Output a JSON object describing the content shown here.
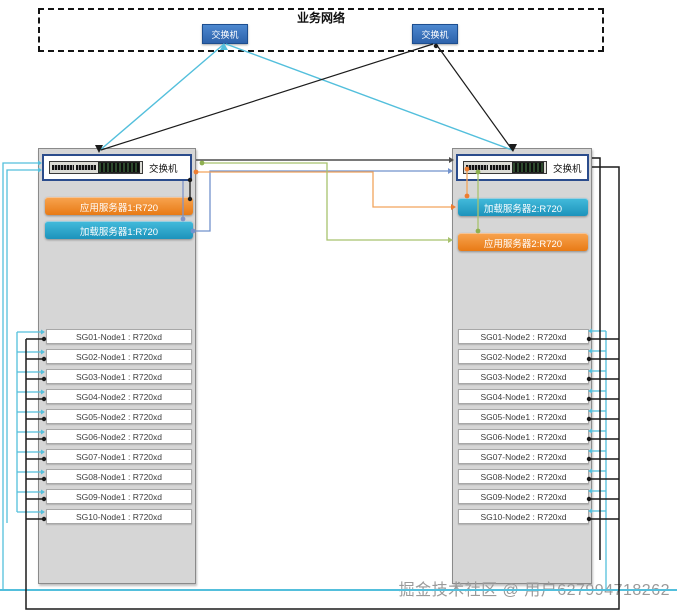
{
  "title": "业务网络",
  "network_switches": {
    "left_label": "交换机",
    "right_label": "交换机"
  },
  "rack_left": {
    "switch_label": "交换机",
    "servers": [
      {
        "label": "应用服务器1:R720",
        "color": "#ED7D31"
      },
      {
        "label": "加载服务器1:R720",
        "color": "#2E9FC4"
      }
    ],
    "nodes": [
      "SG01-Node1 : R720xd",
      "SG02-Node1 : R720xd",
      "SG03-Node1 : R720xd",
      "SG04-Node2 : R720xd",
      "SG05-Node2 : R720xd",
      "SG06-Node2 : R720xd",
      "SG07-Node1 : R720xd",
      "SG08-Node1 : R720xd",
      "SG09-Node1 : R720xd",
      "SG10-Node1 : R720xd"
    ]
  },
  "rack_right": {
    "switch_label": "交换机",
    "servers": [
      {
        "label": "加载服务器2:R720",
        "color": "#2E9FC4"
      },
      {
        "label": "应用服务器2:R720",
        "color": "#ED7D31"
      }
    ],
    "nodes": [
      "SG01-Node2 : R720xd",
      "SG02-Node2 : R720xd",
      "SG03-Node2 : R720xd",
      "SG04-Node1 : R720xd",
      "SG05-Node1 : R720xd",
      "SG06-Node1 : R720xd",
      "SG07-Node2 : R720xd",
      "SG08-Node2 : R720xd",
      "SG09-Node2 : R720xd",
      "SG10-Node2 : R720xd"
    ]
  },
  "watermark": "掘金技术社区 @ 用户627994718262",
  "colors": {
    "wire_cyan": "#53bfdc",
    "wire_black": "#1b1b1b",
    "wire_gray": "#4d4d4d",
    "wire_blue": "#7292cc",
    "wire_orange": "#f2a45c",
    "wire_green": "#a8c26e",
    "switch_blue": "#2d62ab",
    "server_orange": "#ED7D31",
    "server_teal": "#2E9FC4",
    "rack_gray": "#d6d6d6"
  }
}
